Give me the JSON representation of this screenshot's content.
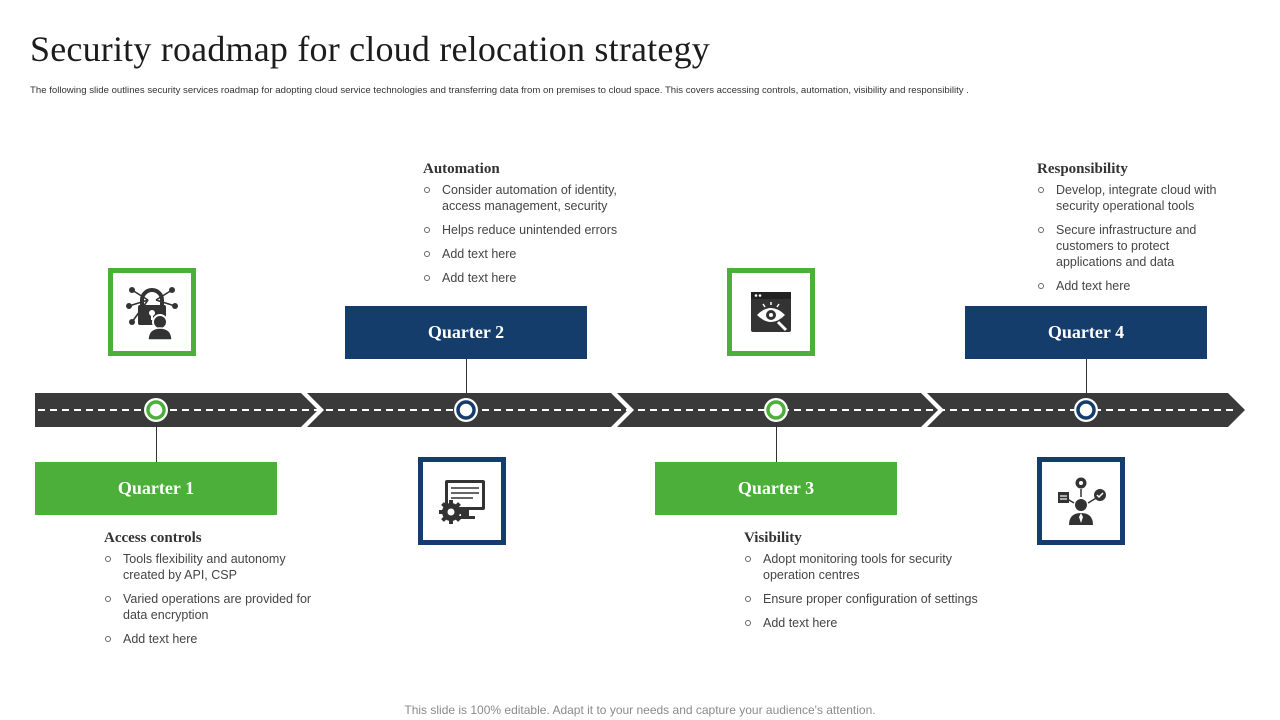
{
  "header": {
    "title": "Security roadmap for cloud relocation strategy",
    "subtitle": "The following slide outlines security services roadmap for adopting cloud service technologies and transferring data from on premises to  cloud space. This covers accessing controls, automation, visibility and responsibility ."
  },
  "colors": {
    "green": "#4caf3a",
    "navy": "#153d6b",
    "road": "#3a3a3a"
  },
  "quarters": [
    {
      "label": "Quarter 1",
      "color": "green",
      "icon": "lock-user-network-icon",
      "heading": "Access controls",
      "bullets": [
        "Tools flexibility and autonomy created by API, CSP",
        "Varied operations are provided for data encryption",
        "Add text here"
      ]
    },
    {
      "label": "Quarter 2",
      "color": "navy",
      "icon": "monitor-gear-icon",
      "heading": "Automation",
      "bullets": [
        "Consider automation of identity, access management,  security",
        "Helps reduce unintended errors",
        "Add text here",
        "Add text here"
      ]
    },
    {
      "label": "Quarter 3",
      "color": "green",
      "icon": "eye-browser-icon",
      "heading": "Visibility",
      "bullets": [
        "Adopt monitoring tools for security operation centres",
        "Ensure proper configuration of settings",
        "Add text here"
      ]
    },
    {
      "label": "Quarter 4",
      "color": "navy",
      "icon": "person-network-icon",
      "heading": "Responsibility",
      "bullets": [
        "Develop, integrate cloud with security operational tools",
        "Secure infrastructure and customers to protect applications and data",
        "Add text here"
      ]
    }
  ],
  "footer": {
    "text": "This slide is 100% editable. Adapt it to your needs and capture your audience's attention."
  }
}
